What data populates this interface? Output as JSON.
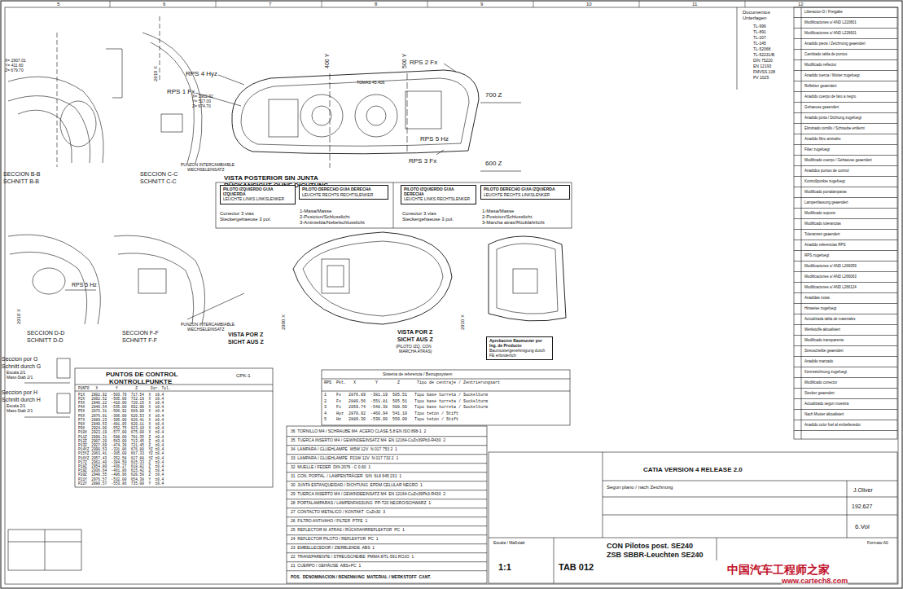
{
  "diagram": {
    "nodes": [
      {
        "text": [
          "PILOTO IZQUIERDO GUIA IZQUIERDA",
          "LEUCHTE LINKS LINKSLENKER"
        ]
      },
      {
        "text": [
          "PILOTO DERECHO GUIA DERECHA",
          "LEUCHTE RECHTS RECHTSLENKER"
        ]
      },
      {
        "text": [
          "PILOTO IZQUIERDO GUIA DERECHA",
          "LEUCHTE LINKS RECHTSLENKER"
        ]
      },
      {
        "text": [
          "PILOTO DERECHO GUIA IZQUIERDA",
          "LEUCHTE RECHTS LINKSLENKER"
        ]
      },
      {
        "text": [
          "Aprobacion Baumuster por Ing. de Producto",
          "Baumustergenehmigung durch FE erforderlich"
        ]
      }
    ],
    "labels": [
      "SECCION B-B",
      "SCHNITT B-B",
      "SECCION C-C",
      "SCHNITT C-C",
      "RPS 4 Hyz",
      "RPS 1 Fx",
      "RPS 2 Fx",
      "RPS 5 Hz",
      "RPS 3 Fx",
      "X= 2902.92",
      "Y= 517.00",
      "Z= 674.70",
      "X= 2907.01",
      "Y= 411.60",
      "Z= 679.70",
      "700 Z",
      "600 Z",
      "400 Y",
      "500 Y",
      "2910 X",
      "VISTA POSTERIOR SIN JUNTA",
      "RÜCKANSICHT OHNE DICHTUNG",
      "PUNZON INTERCAMBIABLE",
      "WECHSELEINSATZ",
      "TOMAS 45.406",
      "Conector 3 vias",
      "Steckergehaeuse 3 pol.",
      "1-Masa/Masse",
      "2-Posicion/Schlusslicht",
      "3-Antiniebla/Nebelschlusslicht",
      "Conector 3 vias",
      "Steckergehaeuse 3 pol.",
      "1-Masa/Masse",
      "2-Posicion/Schlusslicht",
      "3-Marcha atras/Rückfahrlicht",
      "RPS 5 Hz",
      "SECCION D-D",
      "SCHNITT D-D",
      "SECCION F-F",
      "SCHNITT F-F",
      "PUNZON INTERCAMBIABLE",
      "WECHSELEINSATZ",
      "VISTA POR Z",
      "SICHT AUS Z",
      "VISTA POR Z",
      "SICHT AUS Z",
      "(PILOTO IZQ. CON",
      "MARCHA ATRAS)",
      "2910 X",
      "2900 X",
      "2910 X",
      "Seccion por G",
      "Schnitt durch G",
      "Escala 2/1",
      "Mass-Stab 2/1",
      "Seccion por H",
      "Schnitt durch H",
      "Escala 2/1",
      "Mass-Stab 2/1",
      "PUNTOS DE CONTROL",
      "KONTROLLPUNKTE",
      "CPK-1",
      "PUNTO   X        Y        Z      Dir. Tol.",
      "P1X   2902.92  -503.79  717.54  X  ±0.4",
      "P2X   2892.52  -505.00  732.19  X  ±0.4",
      "P3X   2848.22  -410.00  720.15  X  ±0.4",
      "P4X   2849.54  -535.00  692.90  X  ±0.4",
      "P5X   2876.31  -506.92  669.00  X  ±0.4",
      "P6X   2876.01  -306.00  620.53  X  ±0.4",
      "P7X   2889.23  -385.00  620.41  X  ±0.4",
      "P8X   2848.53  -481.05  620.11  X  ±0.4",
      "P9X   2924.00  -552.75  623.10  X  ±0.4",
      "P10X  2923.19  -577.00  675.00  X  ±0.4",
      "P11Z  2898.31  -588.00  701.35  Z  ±0.4",
      "P12Z  2907.20  -563.00  713.45  Z  ±0.4",
      "P13Z  2927.69  -474.30  721.45  Z  ±0.4",
      "P14YZ 2990.53  -331.86  676.88  YZ ±0.4",
      "P15YZ 2963.41  -305.00  667.33  YZ ±0.4",
      "P16YZ 2957.43  -352.58  627.88  YZ ±0.4",
      "P17Z  2962.40  -384.50  615.33  Z  ±0.4",
      "P18Z  2954.80  -436.27  618.82  Z  ±0.4",
      "P19Z  2936.64  -461.86  615.42  Z  ±0.4",
      "P20Z  2948.55  -486.96  620.50  Z  ±0.4",
      "P21Y  2976.57  -532.00  654.38  Y  ±0.4",
      "P22Y  2888.57  -553.86  735.00  Y  ±0.4",
      "Sistema de referencia / Bezugssystem",
      "RPS  Pkt.   X        Y        Z       Tipo de centraje / Zentrierungsart",
      "1    Fx   2876.89  -381.19  505.51   Tipo base torreta / Sockelturm",
      "2    Fx   2880.56  -551.81  505.51   Tipo base torreta / Sockelturm",
      "3    Fx   2859.74  -548.38  508.50   Tipo base torreta / Sockelturm",
      "4    Hyz  2870.92  -460.94  541.10   Tipo tetón / Stift",
      "5    Hz   2889.30  -530.00  550.00   Tipo tetón / Stift",
      "36  TORNILLO M4 / SCHRAUBE M4  ACERO CLASE 5.8 EN ISO 898-1  2",
      "35  TUERCA INSERTO M4 / GEWINDEEINSATZ M4  EN 12164-CuZn39Pb3-R430  2",
      "34  LAMPARA / GLUEHLAMPE  W5W 12V  N 017 753 2  1",
      "33  LAMPARA / GLUEHLAMPE  P21W 12V  N 017 732 2  1",
      "32  MUELLE / FEDER  DIN 2076 - C 0,60  1",
      "31  CON. PORTAL. / LAMPENTRÄGER  S/N  6L6 945 231  1",
      "30  JUNTA ESTANQUEIDAD / DICHTUNG  EPDM CELULAR NEGRO  1",
      "29  TUERCA INSERTO M4 / GEWINDEEINSATZ M4  EN 12164-CuZn39Pb3-R430  2",
      "28  PORTALAMPARAS / LAMPENFASSUNG  PP-T20 NEGRO/SCHWARZ  1",
      "27  CONTACTO METALICO / KONTAKT  CuZn30  3",
      "26  FILTRO ANTIVAHO / FILTER  PTFE  1",
      "25  REFLECTOR M. ATRAS / RÜCKFAHRREFLEKTOR  PC  1",
      "24  REFLECTOR PILOTO / REFLEKTOR  PC  1",
      "23  EMBELLECEDOR / ZIERBLENDE  ABS  1",
      "22  TRANSPARENTE / STREUSCHEIBE  PMMA 8/TL-591 ROJO  1",
      "21  CUERPO / GEHÄUSE  ABS+PC  1",
      "POS.  DENOMINACION / BENENNUNG  MATERIAL / WERKSTOFF  CANT.",
      "CATIA VERSION 4 RELEASE 2.0",
      "Segun plano / nach Zeichnung",
      "J.Oliver",
      "192.627",
      "6.Vol",
      "Escala / Maßstab",
      "1:1",
      "TAB 012",
      "CON Pilotos post. SE240",
      "ZSB SBBR-Leuchten SE240",
      "Formato A0",
      "Documentos",
      "Unterlagen",
      "TL-996",
      "TL-891",
      "TL-207",
      "TL-245",
      "TL-52068",
      "TL-52231/B",
      "DIN 75220",
      "EN 12193",
      "FMVSS 108",
      "PV 1025",
      "Liberacion D / Freigabe",
      "Modificaciones s/ AND L220801",
      "Modificaciones s/ AND L226601",
      "Anadido pieza / Zeichnung geaendert",
      "Cambiado tabla de puntos",
      "Modificado reflector",
      "Anadido tuerca / Mutter zugefuegt",
      "Reflektor geaendert",
      "Anadido cuerpo de faro a negro",
      "Gehaeuse geaendert",
      "Anadido junta / Dichtung zugefuegt",
      "Eliminado tornillo / Schraube entfernt",
      "Anadido filtro antivaho",
      "Filter zugefuegt",
      "Modificado cuerpo / Gehaeuse geaendert",
      "Anadidos puntos de control",
      "Kontrollpunkte zugefuegt",
      "Modificado portalamparas",
      "Lampenfassung geaendert",
      "Modificado soporte",
      "Modificado tolerancias",
      "Toleranzen geaendert",
      "Anadido referencias RPS",
      "RPS zugefuegt",
      "Modificaciones s/ AND L266059",
      "Modificaciones s/ AND L266063",
      "Modificaciones s/ AND L266124",
      "Anadidas notas",
      "Hinweise zugefuegt",
      "Actualizada tabla de materiales",
      "Werkstoffe aktualisiert",
      "Modificado transparente",
      "Streuscheibe geaendert",
      "Anadido marcado",
      "Kennzeichnung zugefuegt",
      "Modificado conector",
      "Stecker geaendert",
      "Actualizado segun muestra",
      "Nach Muster aktualisiert",
      "Anadido color fuel al embellecedor",
      "5",
      "6",
      "7",
      "8",
      "9",
      "10",
      "11",
      "12",
      "中国汽车工程师之家",
      "www.cartech8.com"
    ]
  }
}
